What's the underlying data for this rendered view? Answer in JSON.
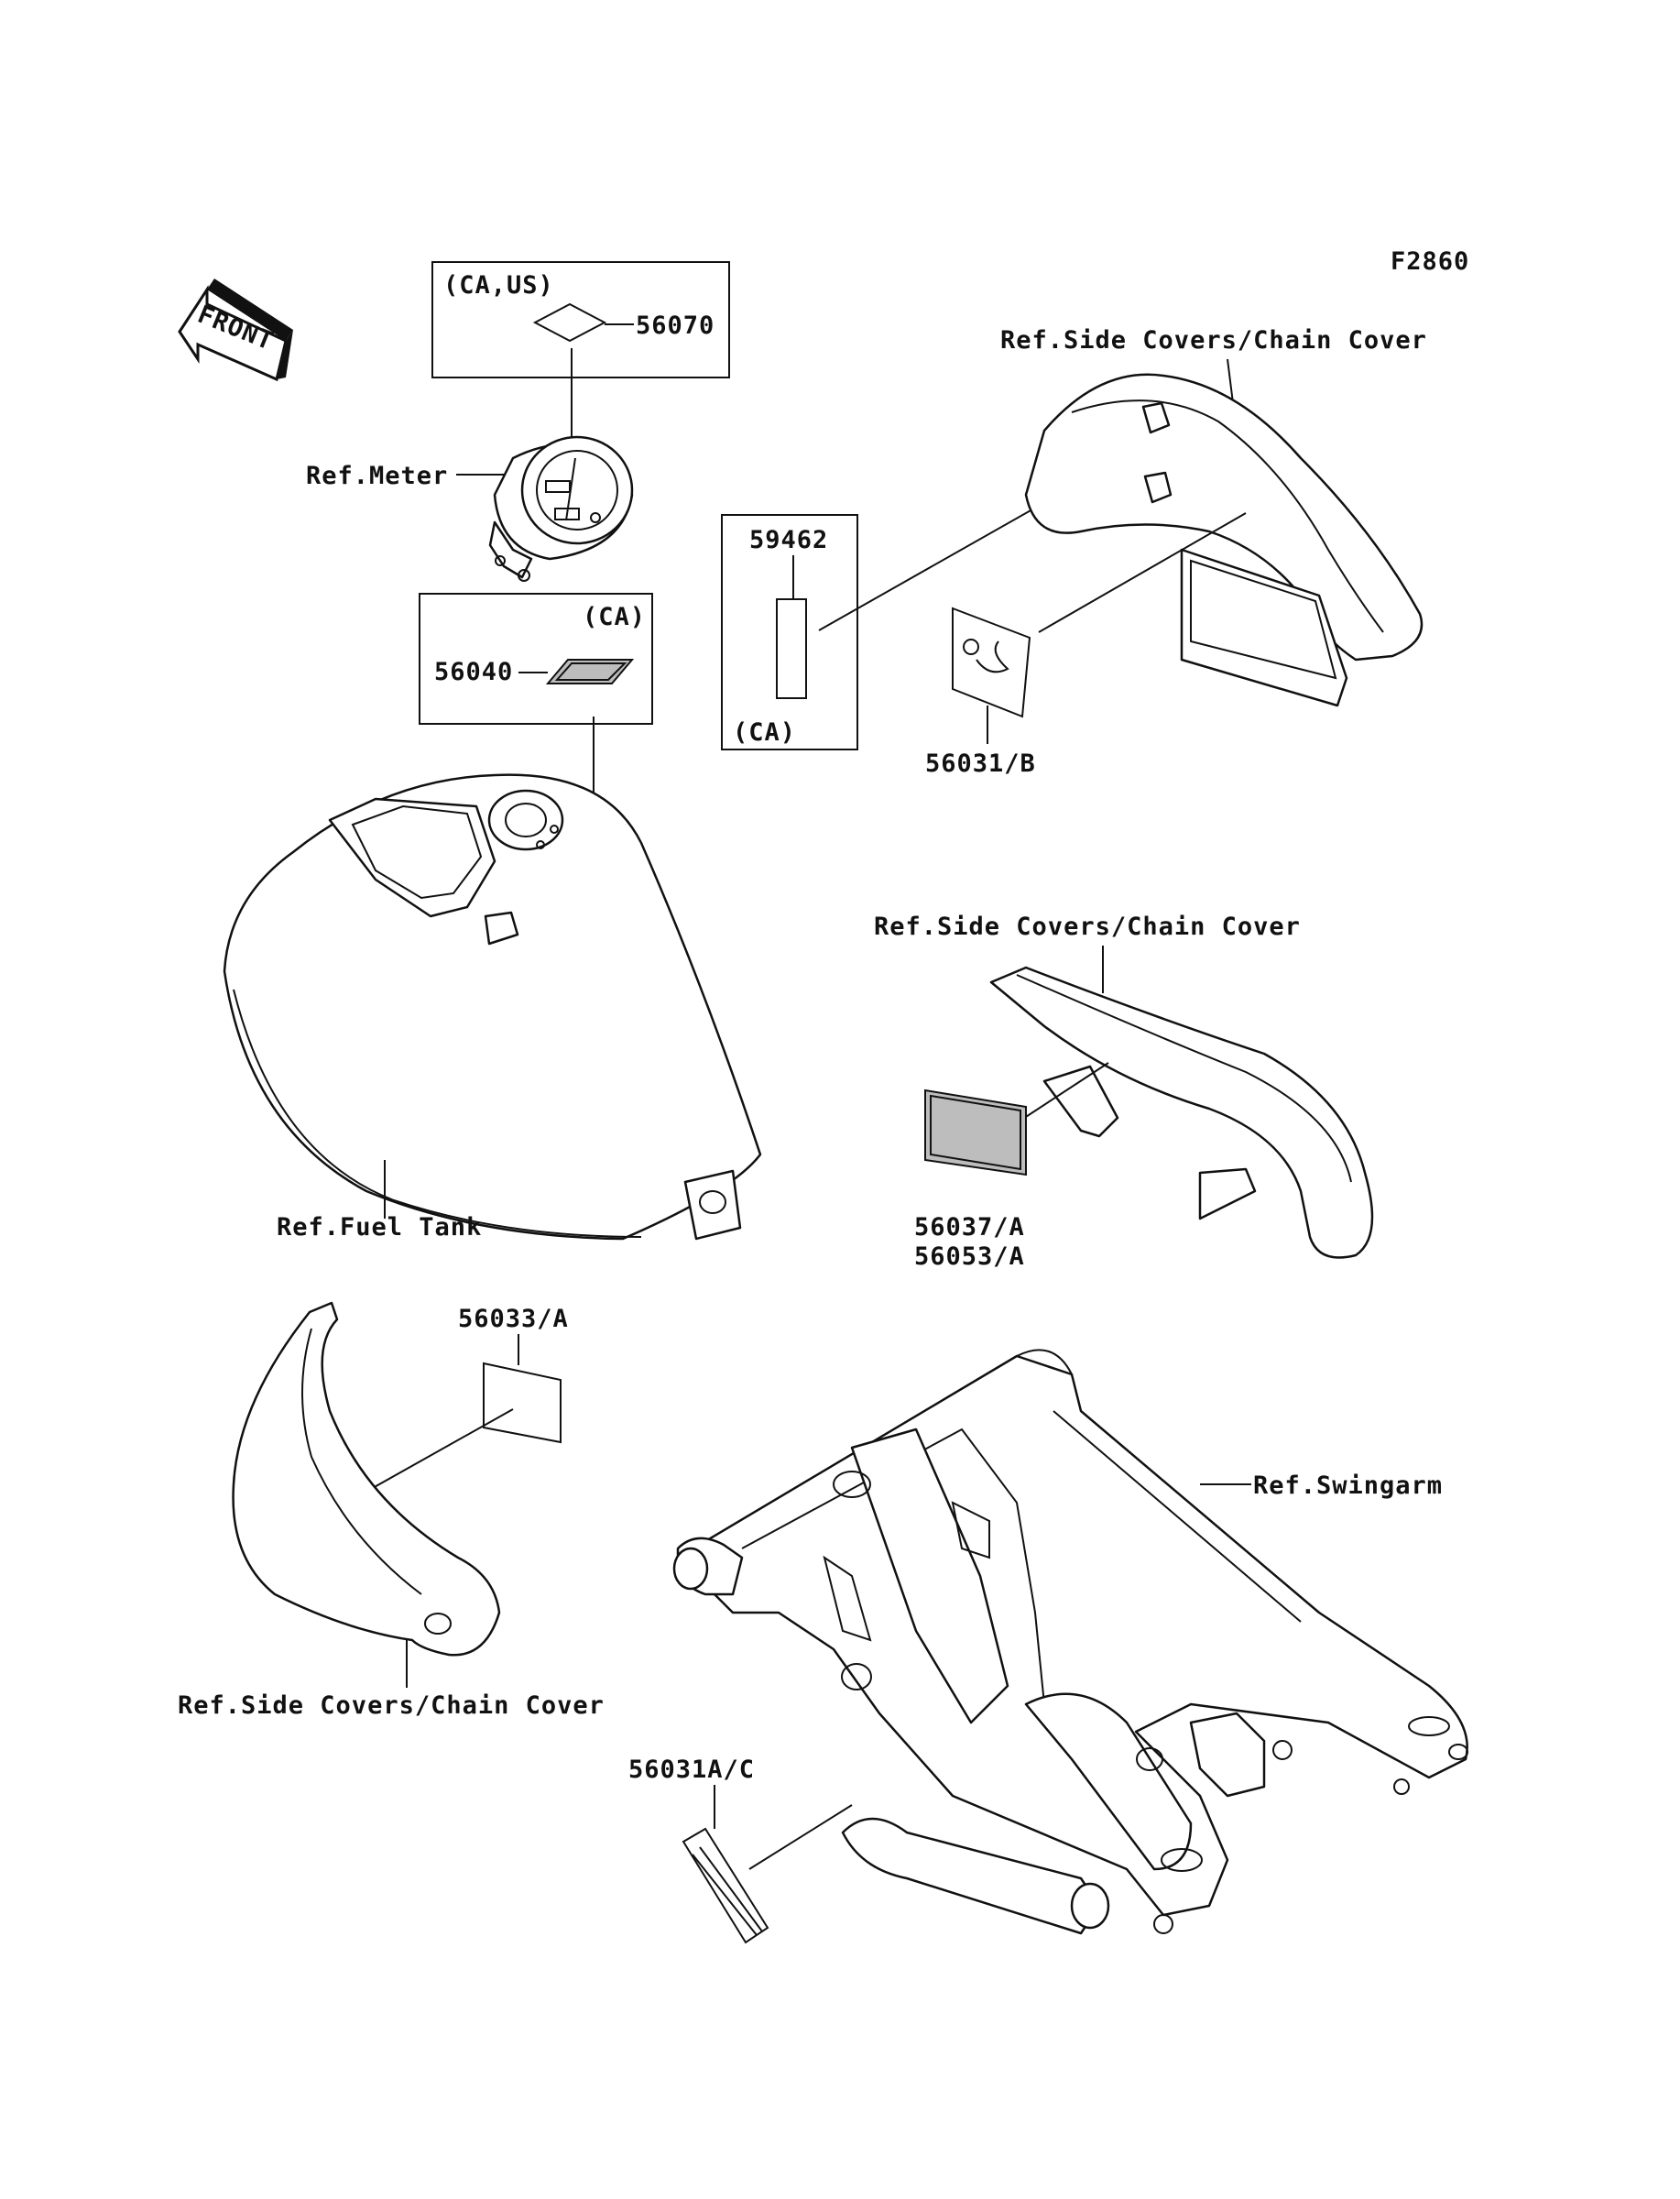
{
  "figure_code": "F2860",
  "front_arrow_label": "FRONT",
  "groups": {
    "meter_box": {
      "condition": "(CA,US)",
      "part": "56070"
    },
    "meter_ref": "Ref.Meter",
    "tank_box": {
      "condition": "(CA)",
      "part": "56040"
    },
    "tank_ref": "Ref.Fuel Tank",
    "side_box": {
      "condition": "(CA)",
      "part": "59462"
    },
    "side_ref_top": "Ref.Side Covers/Chain Cover",
    "part_56031b": "56031/B",
    "side_ref_mid": "Ref.Side Covers/Chain Cover",
    "part_56037a": "56037/A",
    "part_56053a": "56053/A",
    "part_56033a": "56033/A",
    "side_ref_bottom": "Ref.Side Covers/Chain Cover",
    "swingarm_ref": "Ref.Swingarm",
    "part_56031ac": "56031A/C"
  }
}
